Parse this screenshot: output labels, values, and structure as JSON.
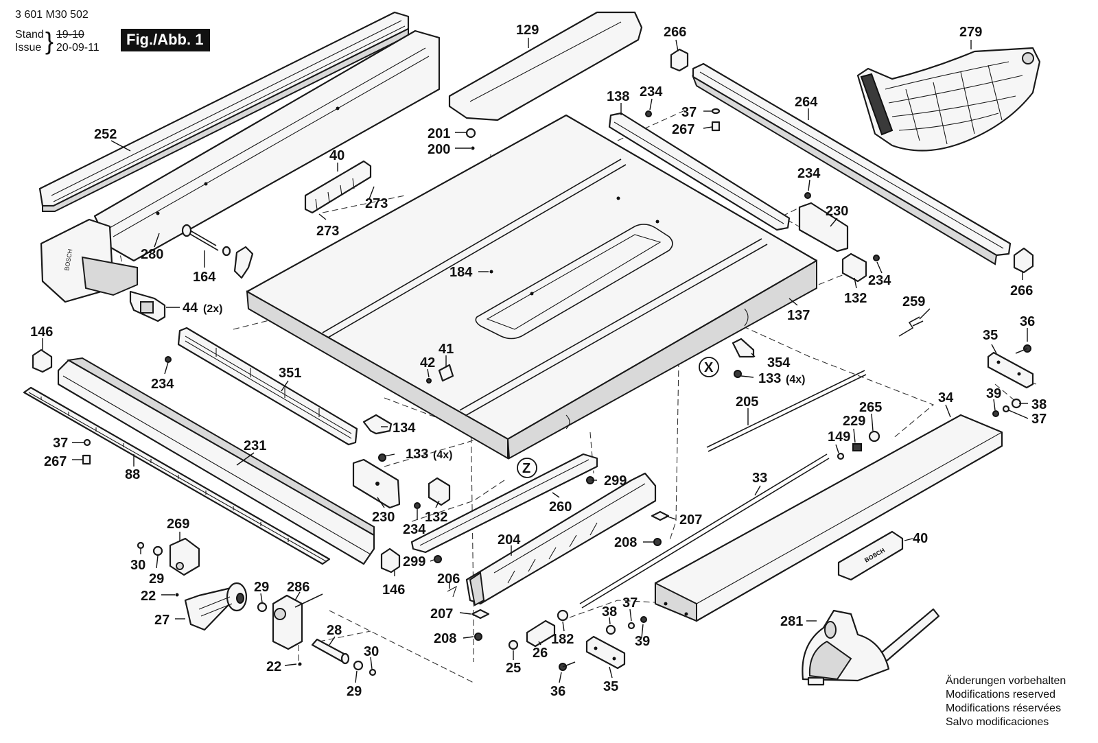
{
  "header": {
    "doc_number": "3 601 M30 502",
    "stand_label": "Stand",
    "issue_label": "Issue",
    "stand_value": "19-10",
    "issue_value": "20-09-11",
    "figure_label": "Fig./Abb. 1"
  },
  "disclaimer": [
    "Änderungen vorbehalten",
    "Modifications reserved",
    "Modifications réservées",
    "Salvo modificaciones"
  ],
  "callouts": [
    "129",
    "266",
    "279",
    "138",
    "234",
    "37",
    "267",
    "264",
    "252",
    "201",
    "200",
    "40",
    "273",
    "273",
    "234",
    "230",
    "280",
    "164",
    "184",
    "132",
    "234",
    "266",
    "44",
    "(2x)",
    "146",
    "234",
    "351",
    "137",
    "259",
    "41",
    "42",
    "X",
    "354",
    "133",
    "(4x)",
    "35",
    "36",
    "205",
    "265",
    "229",
    "149",
    "34",
    "39",
    "38",
    "37",
    "134",
    "133",
    "(4x)",
    "37",
    "267",
    "231",
    "88",
    "Z",
    "299",
    "230",
    "132",
    "234",
    "260",
    "33",
    "207",
    "208",
    "269",
    "30",
    "29",
    "22",
    "29",
    "286",
    "27",
    "146",
    "299",
    "204",
    "206",
    "207",
    "208",
    "40",
    "38",
    "37",
    "39",
    "28",
    "22",
    "30",
    "29",
    "25",
    "26",
    "182",
    "36",
    "35",
    "281"
  ],
  "markings": {
    "fence_brand": "BOSCH",
    "handle_brand": "BOSCH"
  }
}
